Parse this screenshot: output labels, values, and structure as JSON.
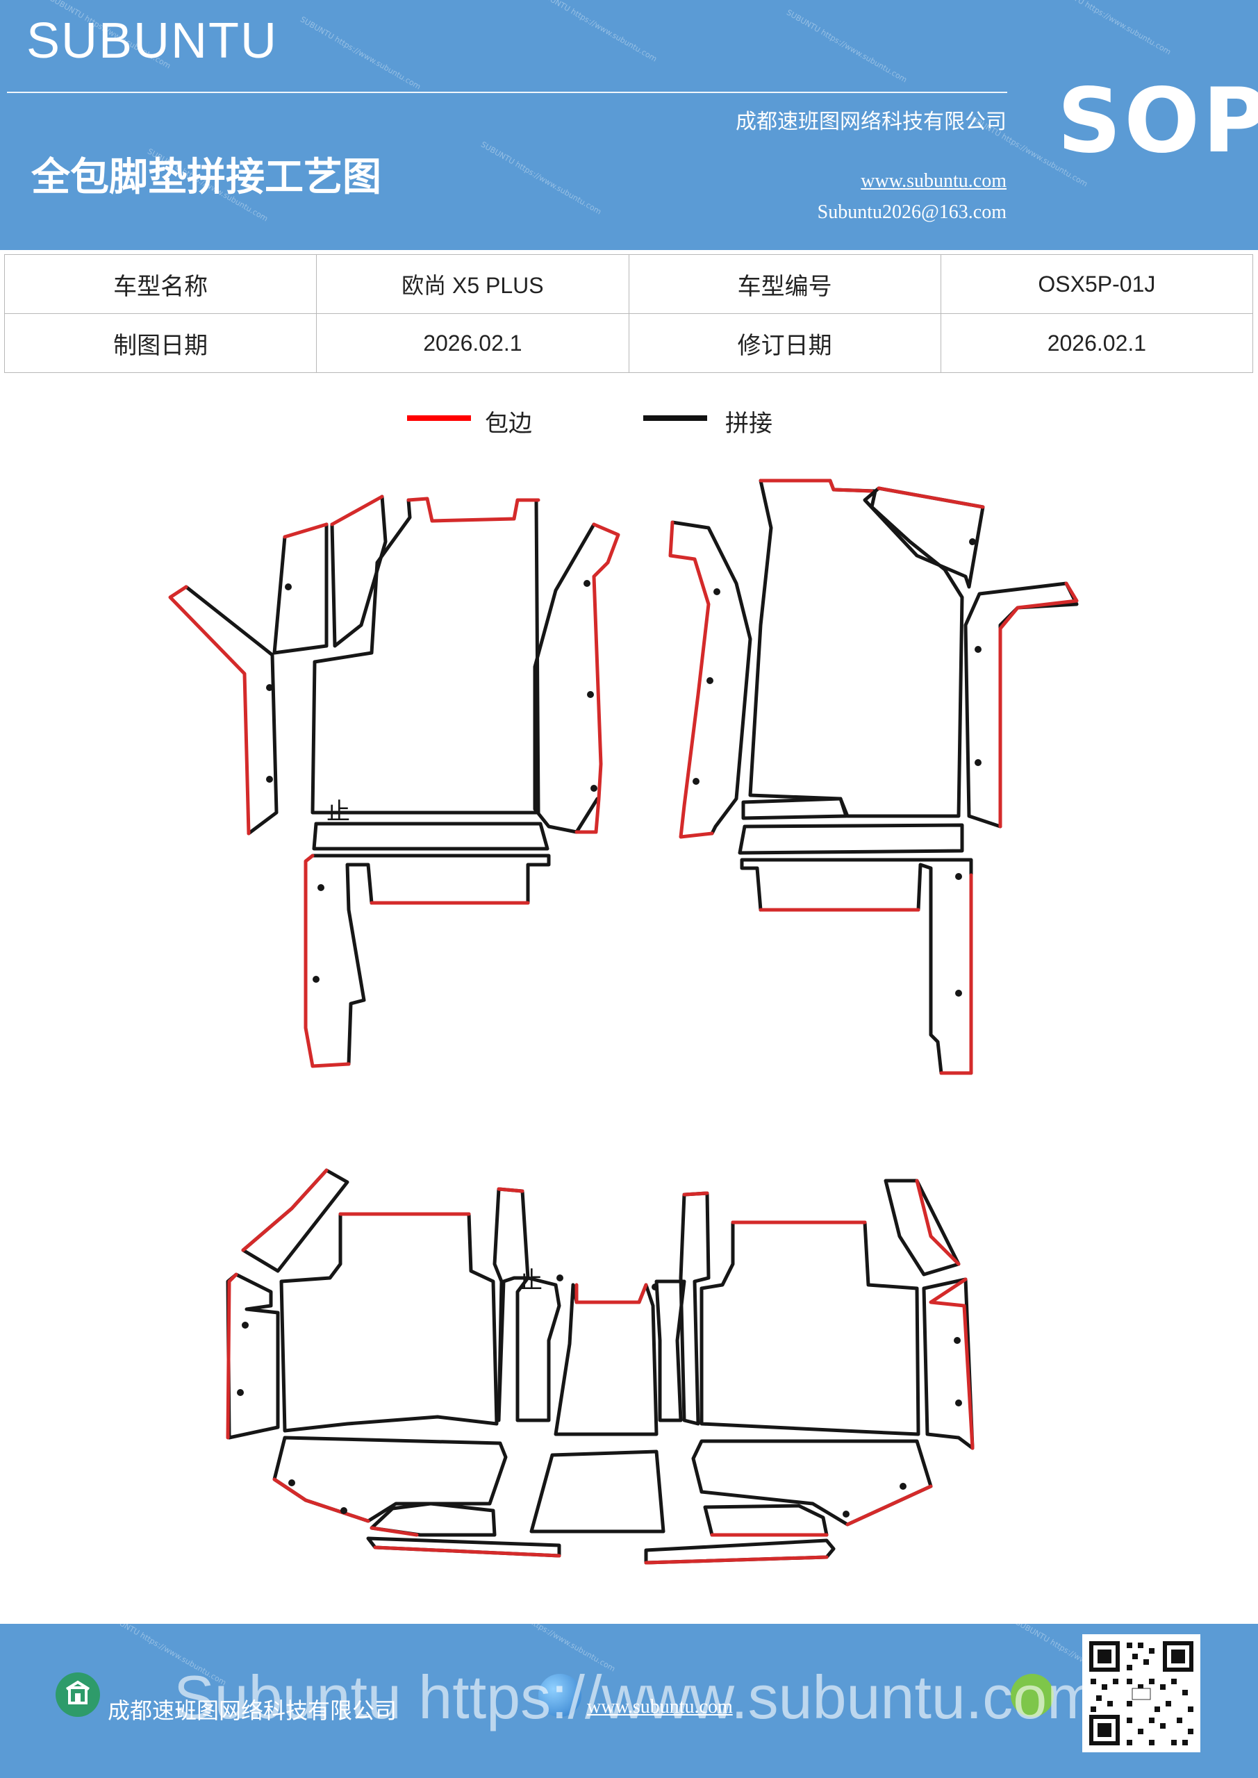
{
  "header": {
    "brand": "SUBUNTU",
    "title": "全包脚垫拼接工艺图",
    "company": "成都速班图网络科技有限公司",
    "website": "www.subuntu.com",
    "email": "Subuntu2026@163.com",
    "badge": "SOP",
    "watermark": "SUBUNTU https://www.subuntu.com"
  },
  "info_table": {
    "rows": [
      [
        "车型名称",
        "欧尚 X5  PLUS",
        "车型编号",
        "OSX5P-01J"
      ],
      [
        "制图日期",
        "2026.02.1",
        "修订日期",
        "2026.02.1"
      ]
    ]
  },
  "legend": {
    "items": [
      {
        "label": "包边",
        "color": "#ff0000"
      },
      {
        "label": "拼接",
        "color": "#111111"
      }
    ]
  },
  "diagram": {
    "marks": [
      "止",
      "止"
    ],
    "edge_color": "#d42a2a",
    "seam_color": "#161616"
  },
  "footer": {
    "company": "成都速班图网络科技有限公司",
    "website": "www.subuntu.com",
    "overlay": "Subuntu  https://www.subuntu.com"
  },
  "colors": {
    "accent": "#5b9bd5"
  }
}
